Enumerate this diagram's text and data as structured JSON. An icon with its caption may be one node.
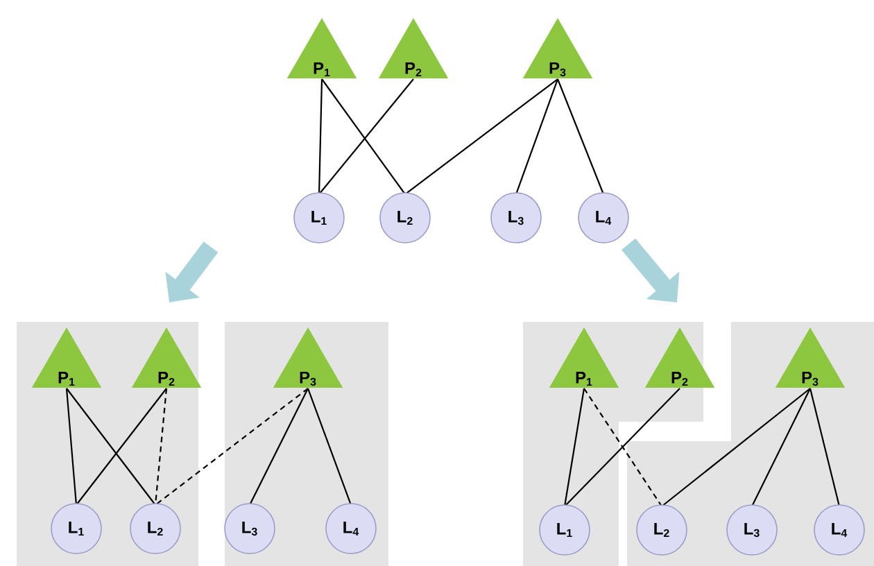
{
  "diagram": {
    "nodes": [
      {
        "text": [
          "**P**$_{1}$"
        ]
      },
      {
        "text": [
          "**P**$_{2}$"
        ]
      },
      {
        "text": [
          "**P**$_{3}$"
        ]
      },
      {
        "text": [
          "**L**$_{1}$"
        ]
      },
      {
        "text": [
          "**L**$_{2}$"
        ]
      },
      {
        "text": [
          "**L**$_{3}$"
        ]
      },
      {
        "text": [
          "**L**$_{4}$"
        ]
      },
      {
        "text": [],
        "shape": "box"
      },
      {
        "text": [
          "**P**$_{1}$"
        ],
        "in": 7
      },
      {
        "text": [
          "**P**$_{2}$"
        ],
        "in": 7
      },
      {
        "text": [
          "**L**$_{1}$"
        ],
        "in": 7
      },
      {
        "text": [
          "**L**$_{2}$"
        ],
        "in": 7
      },
      {
        "text": [],
        "shape": "box"
      },
      {
        "text": [
          "**P**$_{3}$"
        ],
        "in": 12
      },
      {
        "text": [
          "**L**$_{3}$"
        ],
        "in": 12
      },
      {
        "text": [
          "**L**$_{4}$"
        ],
        "in": 12
      },
      {
        "text": [],
        "shape": "polygon"
      },
      {
        "text": [
          "**P**$_{1}$"
        ],
        "in": 16
      },
      {
        "text": [
          "**P**$_{2}$"
        ],
        "in": 16
      },
      {
        "text": [
          "**L**$_{1}$"
        ],
        "in": 16
      },
      {
        "text": [],
        "shape": "polygon"
      },
      {
        "text": [
          "**P**$_{3}$"
        ],
        "in": 20
      },
      {
        "text": [
          "**L**$_{2}$"
        ],
        "in": 20
      },
      {
        "text": [
          "**L**$_{3}$"
        ],
        "in": 20
      },
      {
        "text": [
          "**L**$_{4}$"
        ],
        "in": 20
      }
    ],
    "edges": [
      {
        "from": 0,
        "to": 3,
        "arrow": "none"
      },
      {
        "from": 0,
        "to": 4,
        "arrow": "none"
      },
      {
        "from": 1,
        "to": 3,
        "arrow": "none"
      },
      {
        "from": 2,
        "to": 4,
        "arrow": "none"
      },
      {
        "from": 2,
        "to": 5,
        "arrow": "none"
      },
      {
        "from": 2,
        "to": 6,
        "arrow": "none"
      },
      {
        "from": 8,
        "to": 10,
        "arrow": "none"
      },
      {
        "from": 8,
        "to": 11,
        "arrow": "none"
      },
      {
        "from": 9,
        "to": 10,
        "arrow": "none"
      },
      {
        "from": 9,
        "to": 11,
        "arrow": "none",
        "style": "dashed"
      },
      {
        "from": 13,
        "to": 11,
        "arrow": "none",
        "style": "dashed"
      },
      {
        "from": 13,
        "to": 14,
        "arrow": "none"
      },
      {
        "from": 13,
        "to": 15,
        "arrow": "none"
      },
      {
        "from": 17,
        "to": 19,
        "arrow": "none"
      },
      {
        "from": 17,
        "to": 22,
        "arrow": "none",
        "style": "dashed"
      },
      {
        "from": 18,
        "to": 19,
        "arrow": "none"
      },
      {
        "from": 21,
        "to": 22,
        "arrow": "none"
      },
      {
        "from": 21,
        "to": 23,
        "arrow": "none"
      },
      {
        "from": 21,
        "to": 24,
        "arrow": "none"
      }
    ]
  }
}
